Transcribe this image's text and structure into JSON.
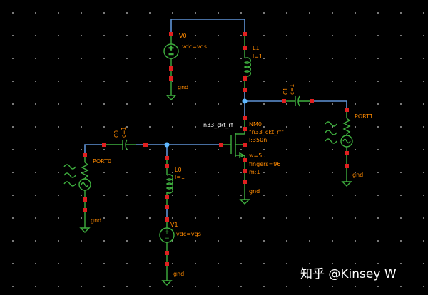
{
  "schematic": {
    "components": {
      "v0": {
        "name": "V0",
        "param": "vdc=vds",
        "gnd": "gnd"
      },
      "l1": {
        "name": "L1",
        "param": "l=1"
      },
      "c1": {
        "name": "C1",
        "param": "c=1"
      },
      "port1": {
        "name": "PORT1",
        "gnd": "gnd"
      },
      "nm0": {
        "name": "NM0",
        "model_label": "n33_ckt_rf",
        "model": "\"n33_ckt_rf\"",
        "length": "l:350n",
        "width": "w=5u",
        "fingers": "fingers=96",
        "multiplier": "m:1",
        "gnd": "gnd"
      },
      "c0": {
        "name": "C0",
        "param": "c=1"
      },
      "port0": {
        "name": "PORT0",
        "gnd": "gnd"
      },
      "l0": {
        "name": "L0",
        "param": "l=1"
      },
      "v1": {
        "name": "V1",
        "param": "vdc=vgs",
        "gnd": "gnd"
      }
    }
  },
  "watermark": "知乎 @Kinsey W",
  "colors": {
    "background": "#000000",
    "wire": "#5f93d6",
    "symbol": "#3fb03f",
    "pin": "#e02020",
    "label": "#ff8a00",
    "junction": "#5fb8ff",
    "grid_dot": "#cfcfcf"
  }
}
